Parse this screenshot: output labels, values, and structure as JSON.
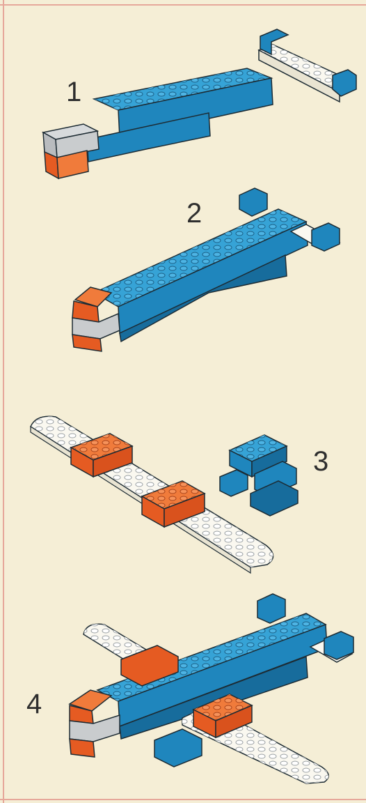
{
  "steps": [
    {
      "number": "1"
    },
    {
      "number": "2"
    },
    {
      "number": "3"
    },
    {
      "number": "4"
    }
  ],
  "colors": {
    "paper": "#f5eed6",
    "frame": "#e6a79a",
    "blue_top": "#36a3d6",
    "blue_front": "#1f86bd",
    "blue_side": "#176c9c",
    "orange_top": "#f07b3b",
    "orange_front": "#e55b22",
    "white_plate": "#faf8f0",
    "gray": "#b9bcbf",
    "outline": "#1d2b33"
  }
}
